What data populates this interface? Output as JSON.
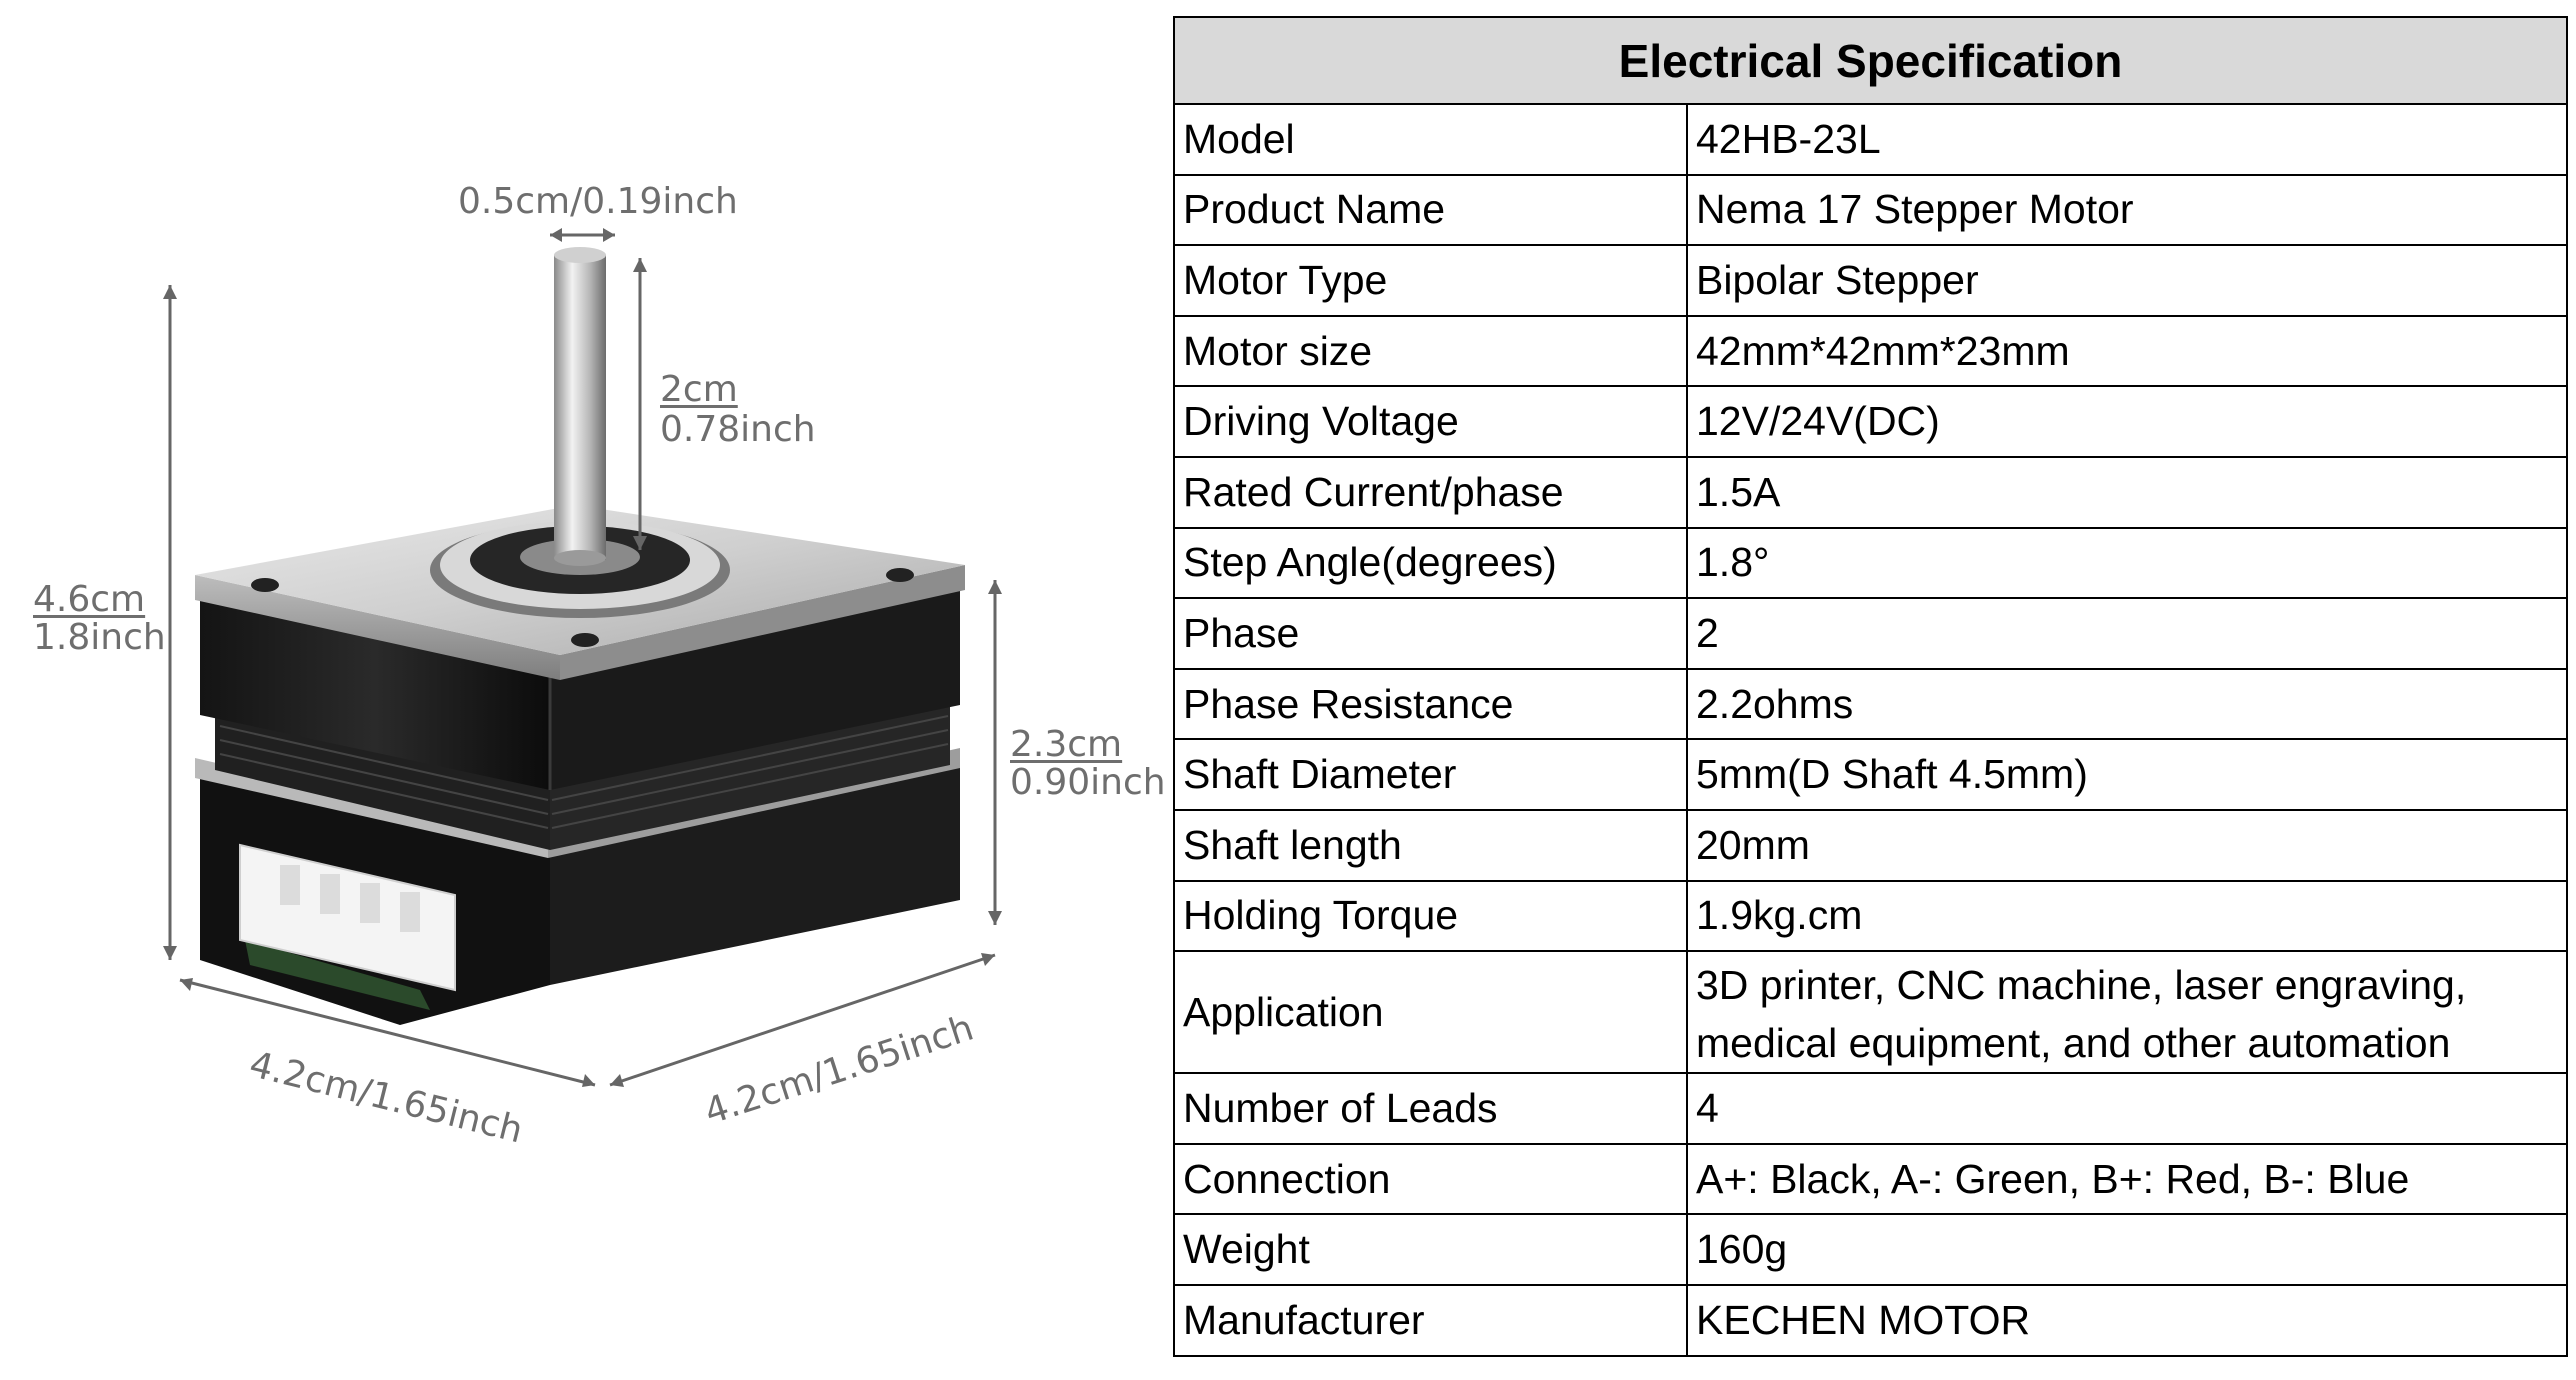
{
  "figure": {
    "shaft_diameter": "0.5cm/0.19inch",
    "shaft_length_cm": "2cm",
    "shaft_length_in": "0.78inch",
    "height_cm": "4.6cm",
    "height_in": "1.8inch",
    "body_height_cm": "2.3cm",
    "body_height_in": "0.90inch",
    "width_left": "4.2cm/1.65inch",
    "width_right": "4.2cm/1.65inch"
  },
  "table": {
    "title": "Electrical Specification",
    "rows": [
      {
        "label": "Model",
        "value": "42HB-23L"
      },
      {
        "label": "Product Name",
        "value": "Nema 17 Stepper Motor"
      },
      {
        "label": "Motor Type",
        "value": "Bipolar Stepper"
      },
      {
        "label": "Motor size",
        "value": "42mm*42mm*23mm"
      },
      {
        "label": "Driving Voltage",
        "value": "12V/24V(DC)"
      },
      {
        "label": "Rated Current/phase",
        "value": "1.5A"
      },
      {
        "label": "Step Angle(degrees)",
        "value": "1.8°"
      },
      {
        "label": "Phase",
        "value": "2"
      },
      {
        "label": "Phase Resistance",
        "value": "2.2ohms"
      },
      {
        "label": "Shaft Diameter",
        "value": "5mm(D Shaft 4.5mm)"
      },
      {
        "label": "Shaft length",
        "value": "20mm"
      },
      {
        "label": "Holding Torque",
        "value": "1.9kg.cm"
      },
      {
        "label": "Application",
        "value": "3D printer, CNC machine, laser engraving, medical equipment, and other automation"
      },
      {
        "label": "Number of Leads",
        "value": "4"
      },
      {
        "label": "Connection",
        "value": "A+: Black, A-: Green, B+: Red, B-: Blue"
      },
      {
        "label": "Weight",
        "value": "160g"
      },
      {
        "label": "Manufacturer",
        "value": "KECHEN MOTOR"
      }
    ]
  }
}
